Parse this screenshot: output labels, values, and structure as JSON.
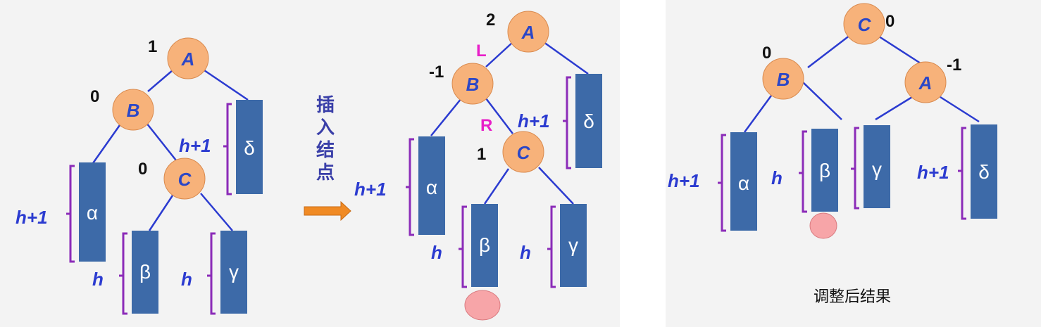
{
  "colors": {
    "edge": "#2b3bd0",
    "node_fill": "#f7b27a",
    "node_label": "#2b47c7",
    "subtree_fill": "#3d6aa8",
    "bracket": "#8b2bb8",
    "rotation_label": "#e81ec8",
    "insert_marker": "#f7a5a8",
    "arrow": "#f08a24"
  },
  "left_tree": {
    "nodes": {
      "A": "A",
      "B": "B",
      "C": "C"
    },
    "balance": {
      "A": "1",
      "B": "0",
      "C": "0"
    },
    "subtrees": {
      "alpha": "α",
      "beta": "β",
      "gamma": "γ",
      "delta": "δ"
    },
    "heights": {
      "alpha": "h+1",
      "beta": "h",
      "gamma": "h",
      "delta": "h+1"
    }
  },
  "arrow_label": [
    "插",
    "入",
    "结",
    "点"
  ],
  "middle_tree": {
    "nodes": {
      "A": "A",
      "B": "B",
      "C": "C"
    },
    "balance": {
      "A": "2",
      "B": "-1",
      "C": "1"
    },
    "rotation": {
      "left": "L",
      "right": "R"
    },
    "subtrees": {
      "alpha": "α",
      "beta": "β",
      "gamma": "γ",
      "delta": "δ"
    },
    "heights": {
      "alpha": "h+1",
      "beta": "h",
      "gamma": "h",
      "delta": "h+1"
    }
  },
  "right_tree": {
    "nodes": {
      "A": "A",
      "B": "B",
      "C": "C"
    },
    "balance": {
      "A": "-1",
      "B": "0",
      "C": "0"
    },
    "subtrees": {
      "alpha": "α",
      "beta": "β",
      "gamma": "γ",
      "delta": "δ"
    },
    "heights": {
      "alpha": "h+1",
      "beta": "h",
      "delta": "h+1"
    },
    "caption": "调整后结果"
  }
}
